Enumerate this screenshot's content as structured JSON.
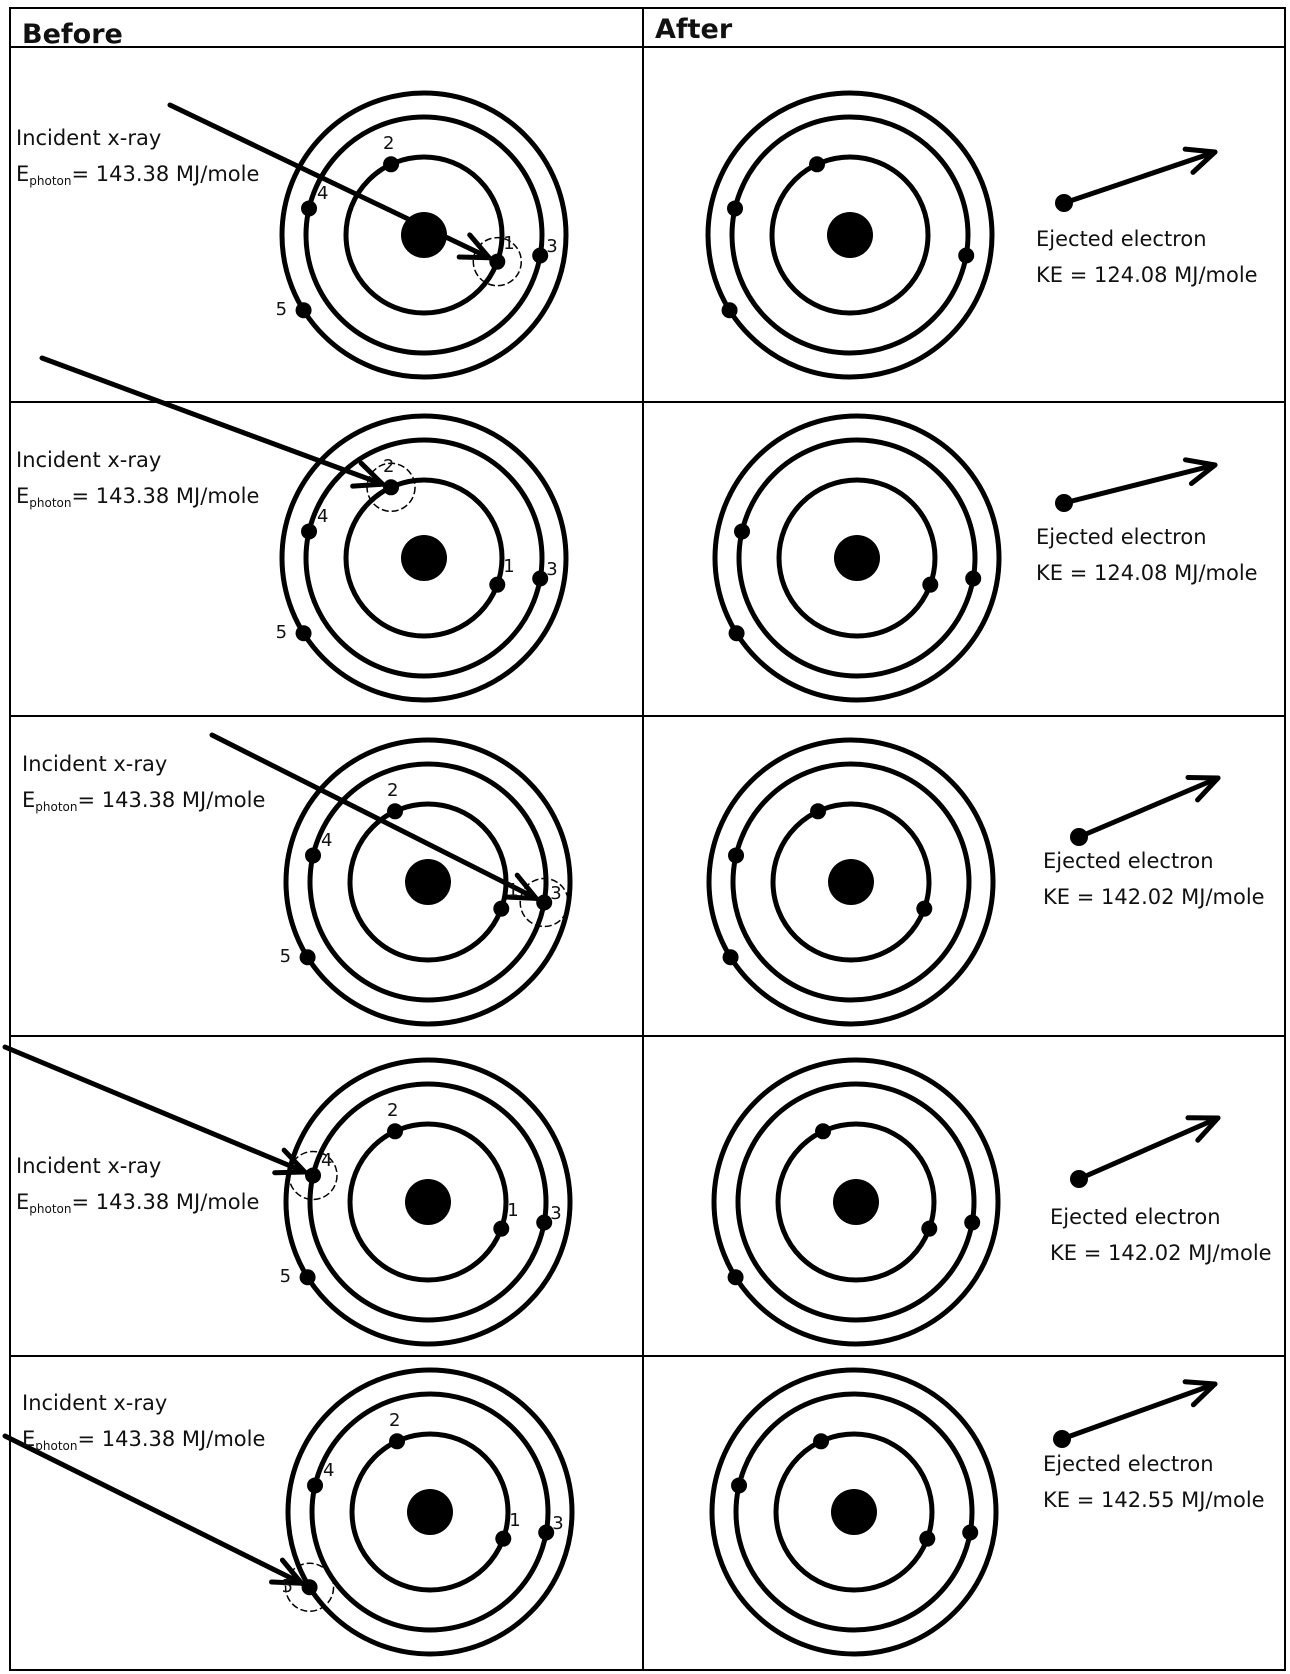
{
  "headers": {
    "before": "Before",
    "after": "After"
  },
  "labels": {
    "incident": "Incident x-ray",
    "e_main": "E",
    "e_sub": "photon",
    "e_value": "= 143.38 MJ/mole",
    "ejected": "Ejected electron"
  },
  "electron_labels": [
    "1",
    "2",
    "3",
    "4",
    "5"
  ],
  "rows": [
    {
      "targeted_electron": "1",
      "ke": "KE = 124.08 MJ/mole"
    },
    {
      "targeted_electron": "2",
      "ke": "KE = 124.08 MJ/mole"
    },
    {
      "targeted_electron": "3",
      "ke": "KE = 142.02 MJ/mole"
    },
    {
      "targeted_electron": "4",
      "ke": "KE = 142.02 MJ/mole"
    },
    {
      "targeted_electron": "5",
      "ke": "KE = 142.55 MJ/mole"
    }
  ]
}
